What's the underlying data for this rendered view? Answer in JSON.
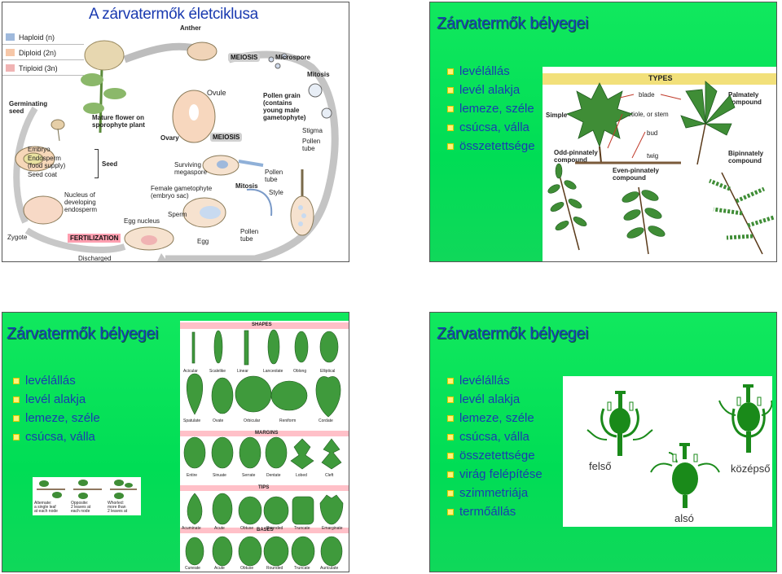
{
  "slide1": {
    "title": "A zárvatermők életciklusa",
    "legend": [
      {
        "label": "Haploid (n)",
        "color": "#9fb9dc"
      },
      {
        "label": "Diploid (2n)",
        "color": "#f6c7a8"
      },
      {
        "label": "Triploid (3n)",
        "color": "#f0b3b3"
      }
    ],
    "labels": {
      "anther": "Anther",
      "meiosis_top": "MEIOSIS",
      "microspore": "Microspore",
      "mitosis_top": "Mitosis",
      "germinating": "Germinating\nseed",
      "mature_flower": "Mature flower on\nsporophyte plant",
      "ovary": "Ovary",
      "ovule": "Ovule",
      "meiosis_mid": "MEIOSIS",
      "pollen_grain": "Pollen grain\n(contains\nyoung male\ngametophyte)",
      "stigma": "Stigma",
      "pollen_tube_1": "Pollen\ntube",
      "embryo": "Embryo",
      "endosperm": "Endosperm\n(food supply)",
      "seed_coat": "Seed coat",
      "seed": "Seed",
      "surviving": "Surviving\nmegaspore",
      "pollen_tube_2": "Pollen\ntube",
      "mitosis_mid": "Mitosis",
      "female_gametophyte": "Female gametophyte\n(embryo sac)",
      "style": "Style",
      "nucleus": "Nucleus of\ndeveloping\nendosperm",
      "sperm": "Sperm",
      "egg_nucleus": "Egg nucleus",
      "zygote": "Zygote",
      "fertilization": "FERTILIZATION",
      "egg": "Egg",
      "pollen_tube_3": "Pollen\ntube",
      "discharged": "Discharged"
    }
  },
  "slide2": {
    "title": "Zárvatermők bélyegei",
    "bullets": [
      "levélállás",
      "levél alakja",
      "lemeze, széle",
      "csúcsa, válla",
      "összetettsége"
    ],
    "figure": {
      "types": "TYPES",
      "blade": "blade",
      "palmately": "Palmately\ncompound",
      "simple": "Simple",
      "petiole": "petiole, or stem",
      "bud": "bud",
      "odd": "Odd-pinnately\ncompound",
      "twig": "twig",
      "even": "Even-pinnately\ncompound",
      "bipinnately": "Bipinnately\ncompound"
    }
  },
  "slide3": {
    "title": "Zárvatermők bélyegei",
    "bullets": [
      "levélállás",
      "levél alakja",
      "lemeze, széle",
      "csúcsa, válla"
    ],
    "arrangement": [
      "Alternate:\na single leaf\nat each node",
      "Opposite:\n2 leaves at\neach node",
      "Whorled:\nmore than\n2 leaves at"
    ],
    "shapes_title": "SHAPES",
    "shapes_row1": [
      "Acicular",
      "Scalelike",
      "Linear",
      "Lanceolate",
      "Oblong",
      "Elliptical"
    ],
    "shapes_row2": [
      "Spatulate",
      "Ovate",
      "Orbicular",
      "Reniform",
      "Cordate"
    ],
    "margins_title": "MARGINS",
    "margins": [
      "Entire",
      "Sinuate",
      "Serrate",
      "Dentate",
      "Lobed",
      "Cleft"
    ],
    "tips_title": "TIPS",
    "tips": [
      "Acuminate",
      "Acute",
      "Obtuse",
      "Rounded",
      "Truncate",
      "Emarginate"
    ],
    "bases_title": "BASES",
    "bases": [
      "Cuneate",
      "Acute",
      "Obtuse",
      "Rounded",
      "Truncate",
      "Auriculate"
    ]
  },
  "slide4": {
    "title": "Zárvatermők bélyegei",
    "bullets": [
      "levélállás",
      "levél alakja",
      "lemeze, széle",
      "csúcsa, válla",
      "összetettsége",
      "virág felépítése",
      "szimmetriája",
      "termőállás"
    ],
    "ovary_labels": {
      "top": "felső",
      "middle": "középső",
      "bottom": "alsó"
    }
  }
}
